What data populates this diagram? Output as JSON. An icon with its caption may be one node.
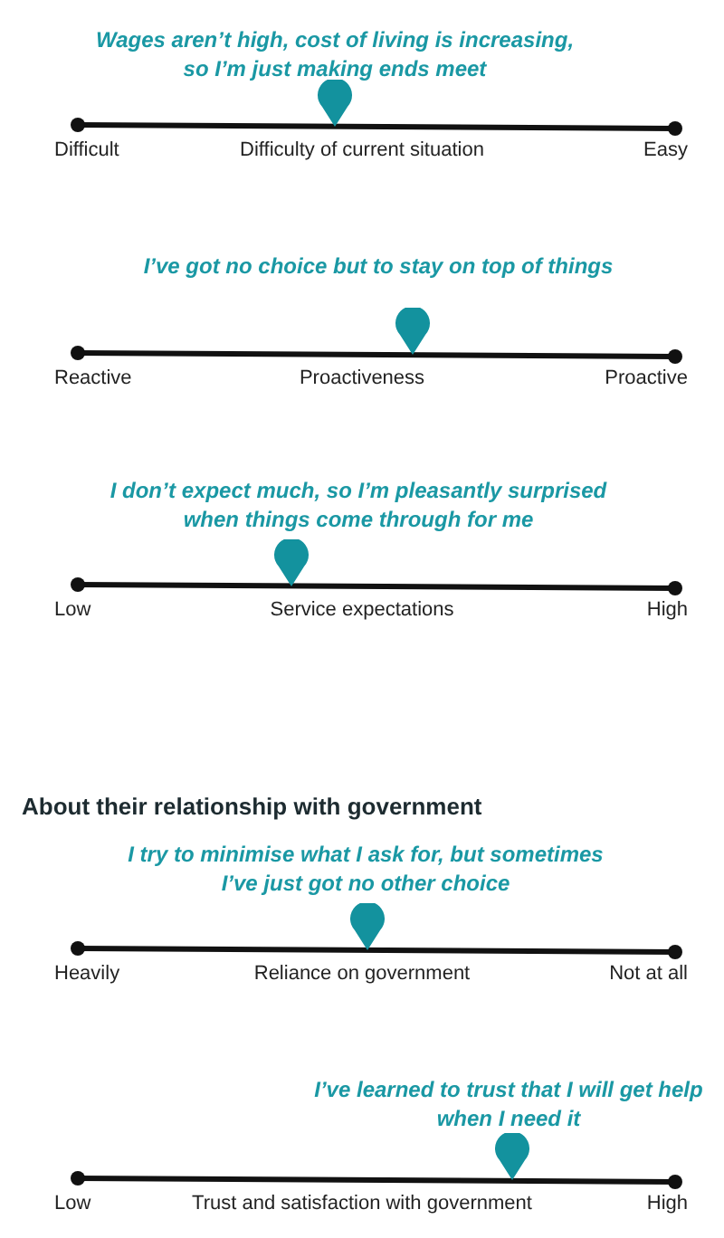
{
  "diagram": {
    "labels": [
      "Wages aren’t high, cost of living is increasing, so I’m just making ends meet",
      "Difficult",
      "Difficulty of current situation",
      "Easy",
      "I’ve got no choice but to stay on top of things",
      "Reactive",
      "Proactiveness",
      "Proactive",
      "I don’t expect much, so I’m pleasantly surprised when things come through for me",
      "Low",
      "Service expectations",
      "High",
      "About their relationship with government",
      "I try to minimise what I ask for, but sometimes I’ve just got no other choice",
      "Heavily",
      "Reliance on government",
      "Not at all",
      "I’ve learned to trust that I will get help when I need it",
      "Low",
      "Trust and satisfaction with government",
      "High"
    ]
  }
}
